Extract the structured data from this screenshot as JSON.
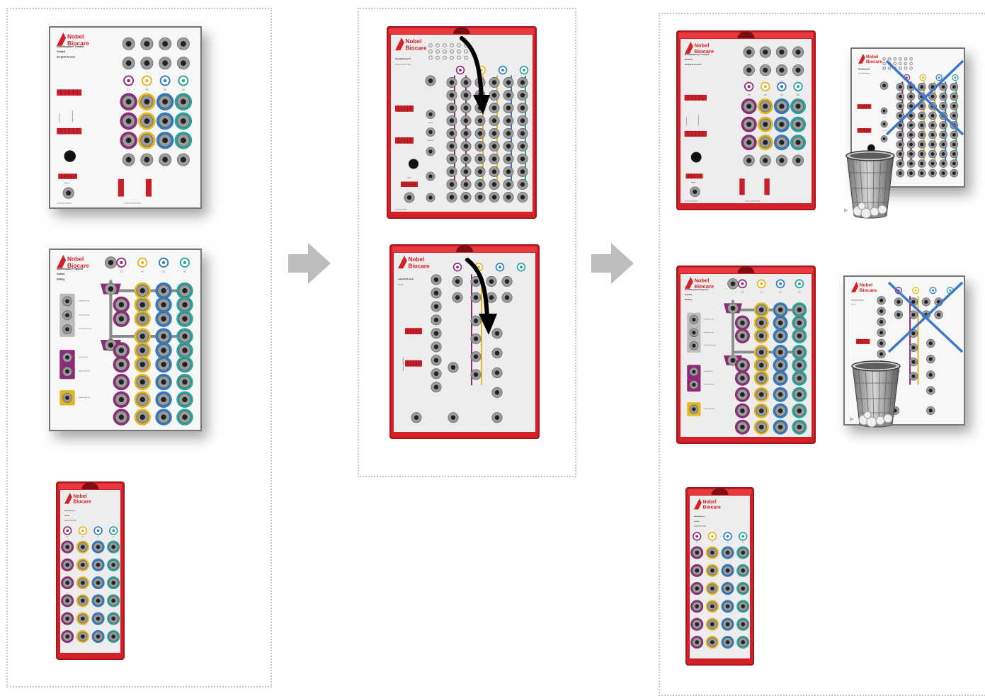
{
  "brand": {
    "line1": "Nobel",
    "line2": "Biocare"
  },
  "colors": {
    "red": "#d42027",
    "red_dark": "#a5171d",
    "rail_red": "#c8202a",
    "purple": "#8e2a78",
    "yellow": "#e2b623",
    "blue": "#2f7cc0",
    "teal": "#27a39b",
    "hole_grey": "#9b9b9b",
    "arrow_grey": "#bdbdbd",
    "cross_blue": "#3d77c6"
  },
  "diameters": [
    "3.5",
    "4.3",
    "5.0",
    "6.0"
  ],
  "cards": {
    "access": {
      "title": [
        "NobelReplace® Guided",
        "Guided",
        "Surgical Access"
      ],
      "footer": [
        "Connection to Handpiece",
        "Guide for Guided Drill Guide"
      ],
      "side": [
        "Adapter",
        "Surgical Guide",
        "Template Removal"
      ]
    },
    "tapered": {
      "title": [
        "NobelReplace® Tapered",
        "Guided",
        "Drilling"
      ],
      "side": [
        "Drill Guide 3/0° ø 2mm",
        "Drill Guide 3/0° ø 2mm",
        "Drill Guide 3.2/4/3° ø 2mm",
        "Drill Guide 3/0° 3/0°",
        "Drill Guide 3.2/4/3° 3/0°",
        "Drill Guide 3.2/4/5° 3/0°"
      ]
    },
    "insertion": {
      "title": [
        "NobelReplace®",
        "Guided",
        "Implant Insertion"
      ]
    },
    "old_top": {
      "title": [
        "NobelReplace®",
        "Tapered Guided Surgery"
      ],
      "side": [
        "Drill Guide",
        "Tissue Punch",
        "Adapter",
        "Connection to Handpiece"
      ]
    },
    "old_bottom": {
      "title": [
        "Guided Drill Guide",
        "Tapered"
      ],
      "side": [
        "Guides for Guided Drill Guide"
      ]
    }
  },
  "icons": [
    "step-arrow-icon",
    "trash-can-icon",
    "cross-out-icon"
  ]
}
